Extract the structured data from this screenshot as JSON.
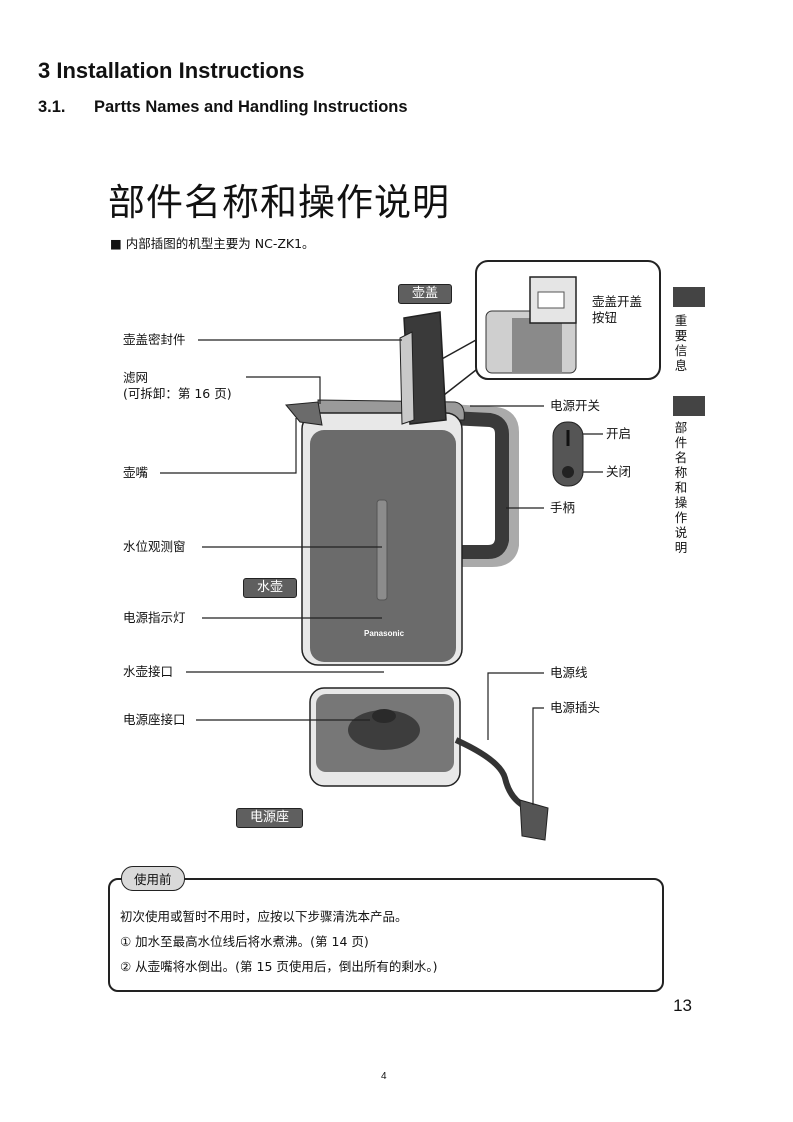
{
  "header": {
    "section_title": "3   Installation Instructions",
    "subsection_number": "3.1.",
    "subsection_title": "Partts Names and Handling Instructions"
  },
  "manual": {
    "title": "部件名称和操作说明",
    "model_note": "■ 内部插图的机型主要为 NC-ZK1。",
    "side_tabs": [
      "重要信息",
      "部件名称和操作说明"
    ],
    "section_tags": {
      "lid": "壶盖",
      "kettle": "水壶",
      "base": "电源座"
    },
    "labels_left": {
      "lid_seal": "壶盖密封件",
      "filter_1": "滤网",
      "filter_2": "(可拆卸：第 16 页)",
      "spout": "壶嘴",
      "water_window": "水位观测窗",
      "power_light": "电源指示灯",
      "kettle_connector": "水壶接口",
      "base_connector": "电源座接口"
    },
    "labels_right": {
      "lid_button_1": "壶盖开盖",
      "lid_button_2": "按钮",
      "power_switch": "电源开关",
      "switch_on": "开启",
      "switch_off": "关闭",
      "handle": "手柄",
      "power_cord": "电源线",
      "power_plug": "电源插头"
    },
    "brand_on_kettle": "Panasonic",
    "before_use": {
      "tag": "使用前",
      "intro": "初次使用或暂时不用时，应按以下步骤清洗本产品。",
      "step1": "① 加水至最高水位线后将水煮沸。(第 14 页)",
      "step2": "② 从壶嘴将水倒出。(第 15 页使用后，倒出所有的剩水。)"
    },
    "manual_page_number": "13"
  },
  "footer": {
    "page_number": "4"
  },
  "colors": {
    "body_gray": "#6b6b6b",
    "dark": "#2b2b2b",
    "tag_gray": "#5f5f5f"
  }
}
